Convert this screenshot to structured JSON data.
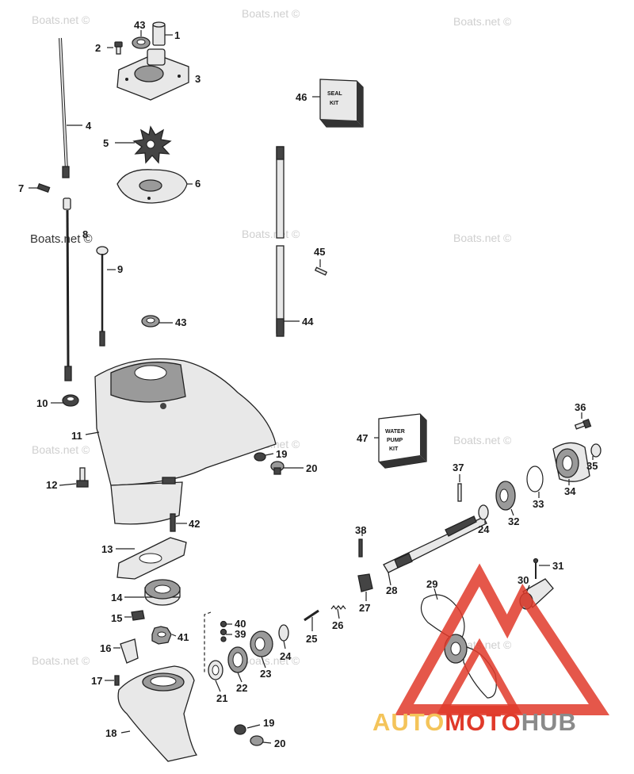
{
  "watermark": "Boats.net ©",
  "brand": {
    "auto": "AUTO",
    "moto": "MOTO",
    "hub": "HUB"
  },
  "kits": {
    "seal_line1": "SEAL",
    "seal_line2": "KIT",
    "pump_line1": "WATER",
    "pump_line2": "PUMP",
    "pump_line3": "KIT"
  },
  "labels": [
    "1",
    "2",
    "3",
    "4",
    "5",
    "6",
    "7",
    "8",
    "9",
    "10",
    "11",
    "12",
    "13",
    "14",
    "15",
    "16",
    "17",
    "18",
    "19",
    "19",
    "20",
    "20",
    "21",
    "22",
    "23",
    "24",
    "24",
    "25",
    "26",
    "27",
    "28",
    "29",
    "30",
    "31",
    "32",
    "33",
    "34",
    "35",
    "36",
    "37",
    "38",
    "39",
    "40",
    "41",
    "42",
    "43",
    "43",
    "44",
    "45",
    "46",
    "47"
  ],
  "colors": {
    "logo_red": "#e03a2a",
    "logo_yellow": "#f4c45a",
    "logo_grey": "#8a8a8a",
    "watermark": "#cfcfcf"
  }
}
